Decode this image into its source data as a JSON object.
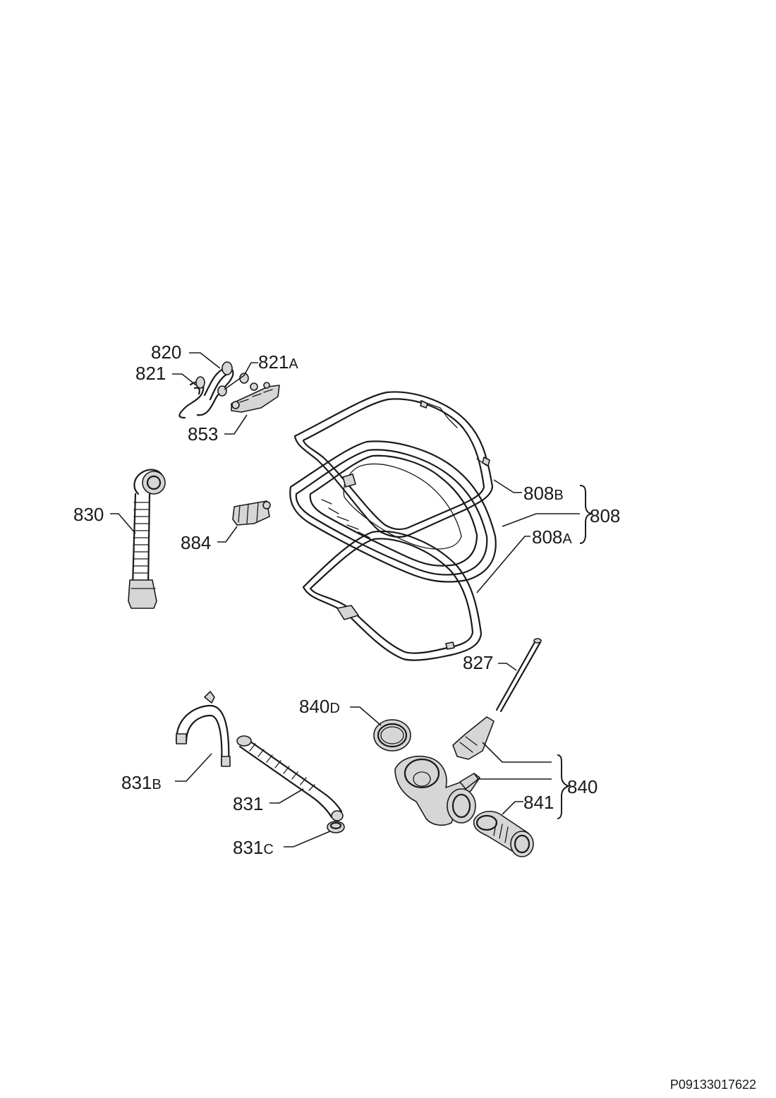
{
  "labels": {
    "p820": {
      "num": "820",
      "suffix": ""
    },
    "p821": {
      "num": "821",
      "suffix": ""
    },
    "p821a": {
      "num": "821",
      "suffix": "A"
    },
    "p853": {
      "num": "853",
      "suffix": ""
    },
    "p830": {
      "num": "830",
      "suffix": ""
    },
    "p884": {
      "num": "884",
      "suffix": ""
    },
    "p808b": {
      "num": "808",
      "suffix": "B"
    },
    "p808": {
      "num": "808",
      "suffix": ""
    },
    "p808a": {
      "num": "808",
      "suffix": "A"
    },
    "p827": {
      "num": "827",
      "suffix": ""
    },
    "p840d": {
      "num": "840",
      "suffix": "D"
    },
    "p840": {
      "num": "840",
      "suffix": ""
    },
    "p841": {
      "num": "841",
      "suffix": ""
    },
    "p831b": {
      "num": "831",
      "suffix": "B"
    },
    "p831": {
      "num": "831",
      "suffix": ""
    },
    "p831c": {
      "num": "831",
      "suffix": "C"
    }
  },
  "document_code": "P09133017622"
}
